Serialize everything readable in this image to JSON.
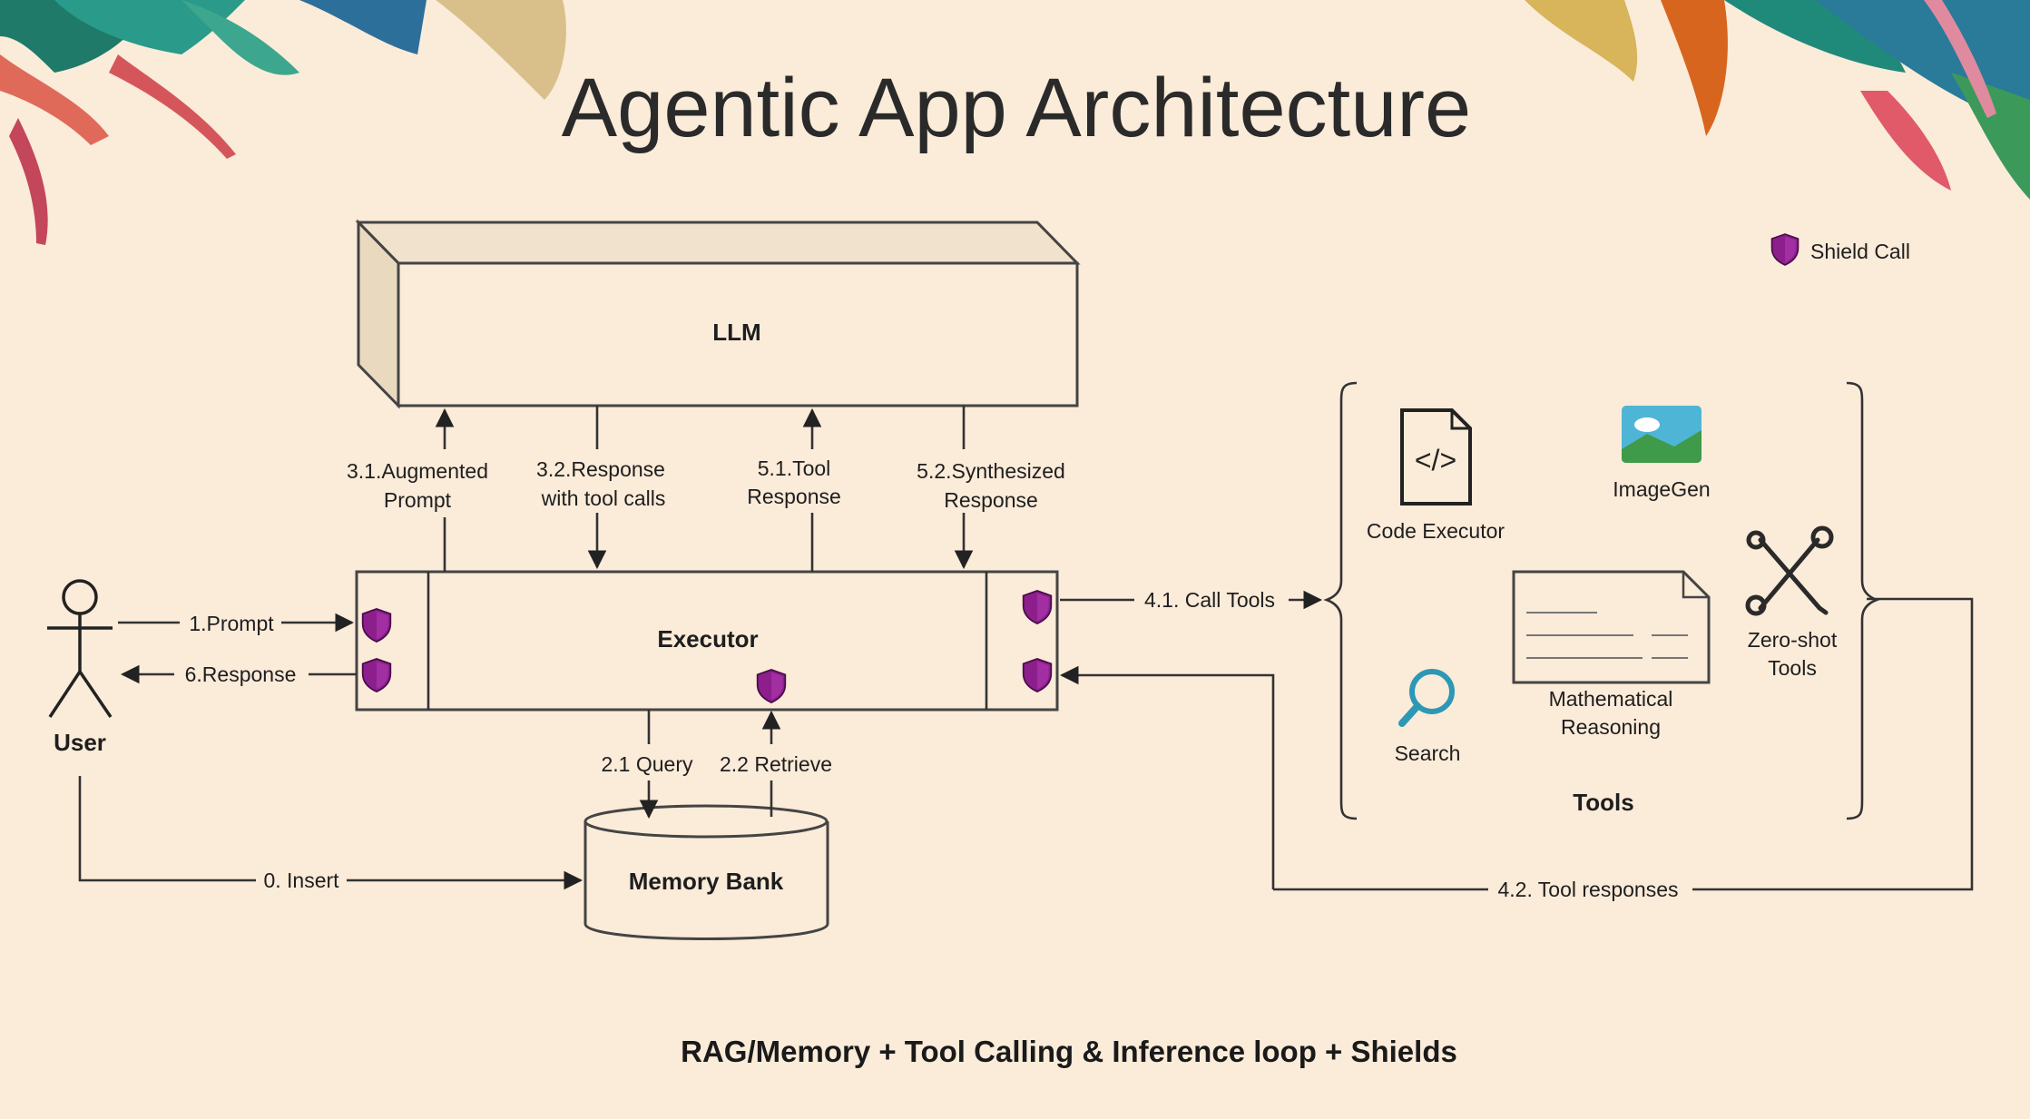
{
  "title": "Agentic App Architecture",
  "legend": {
    "label": "Shield Call",
    "icon": "shield-icon",
    "shield_color": "#8d1f8d"
  },
  "nodes": {
    "llm": "LLM",
    "executor": "Executor",
    "memory_bank": "Memory Bank",
    "user": "User",
    "tools_title": "Tools"
  },
  "tools": {
    "code_executor": "Code Executor",
    "imagegen": "ImageGen",
    "zero_shot": [
      "Zero-shot",
      "Tools"
    ],
    "math": [
      "Mathematical",
      "Reasoning"
    ],
    "search": "Search"
  },
  "edges": {
    "augmented_prompt": [
      "3.1.Augmented",
      "Prompt"
    ],
    "response_tool_calls": [
      "3.2.Response",
      "with tool calls"
    ],
    "tool_response": [
      "5.1.Tool",
      "Response"
    ],
    "synthesized_response": [
      "5.2.Synthesized",
      "Response"
    ],
    "prompt": "1.Prompt",
    "response": "6.Response",
    "call_tools": "4.1. Call Tools",
    "tool_responses": "4.2. Tool responses",
    "query": "2.1 Query",
    "retrieve": "2.2 Retrieve",
    "insert": "0. Insert"
  },
  "footer": "RAG/Memory + Tool Calling & Inference loop + Shields"
}
